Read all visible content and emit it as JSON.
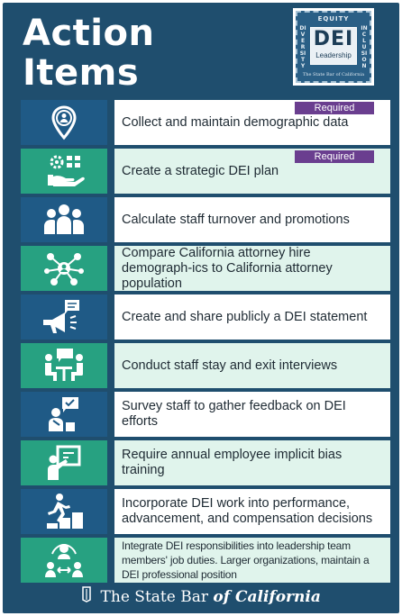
{
  "header": {
    "title_line1": "Action",
    "title_line2": "Items"
  },
  "seal": {
    "top": "EQUITY",
    "left": "DIVERSITY",
    "right": "INCLUSION",
    "badge": "DEI",
    "badge_sub": "Leadership",
    "bottom": "The State Bar of California"
  },
  "colors": {
    "background": "#1f4e6e",
    "blue_icon": "#1f5a86",
    "green_icon": "#27a181",
    "green_text_bg": "#e0f4ec",
    "required_badge": "#6a3e8f"
  },
  "items": [
    {
      "icon": "location-person-icon",
      "text": "Collect and maintain demographic data",
      "badge": "Required"
    },
    {
      "icon": "strategy-plan-icon",
      "text": "Create a strategic DEI plan",
      "badge": "Required"
    },
    {
      "icon": "people-group-icon",
      "text": "Calculate staff turnover and promotions"
    },
    {
      "icon": "network-people-icon",
      "text": "Compare California attorney hire demograph-ics to California attorney population"
    },
    {
      "icon": "megaphone-icon",
      "text": "Create and share publicly a DEI statement"
    },
    {
      "icon": "interview-icon",
      "text": "Conduct staff stay and exit interviews"
    },
    {
      "icon": "survey-feedback-icon",
      "text": "Survey staff to gather feedback on DEI efforts"
    },
    {
      "icon": "training-presentation-icon",
      "text": "Require annual employee implicit bias training"
    },
    {
      "icon": "advancement-steps-icon",
      "text": "Incorporate DEI work into performance, advancement, and compensation decisions"
    },
    {
      "icon": "leadership-team-icon",
      "text": "Integrate DEI responsibilities into leadership team members' job duties. Larger organizations, maintain a DEI professional position"
    }
  ],
  "footer": {
    "prefix": "The State Bar ",
    "italic": "of California"
  }
}
